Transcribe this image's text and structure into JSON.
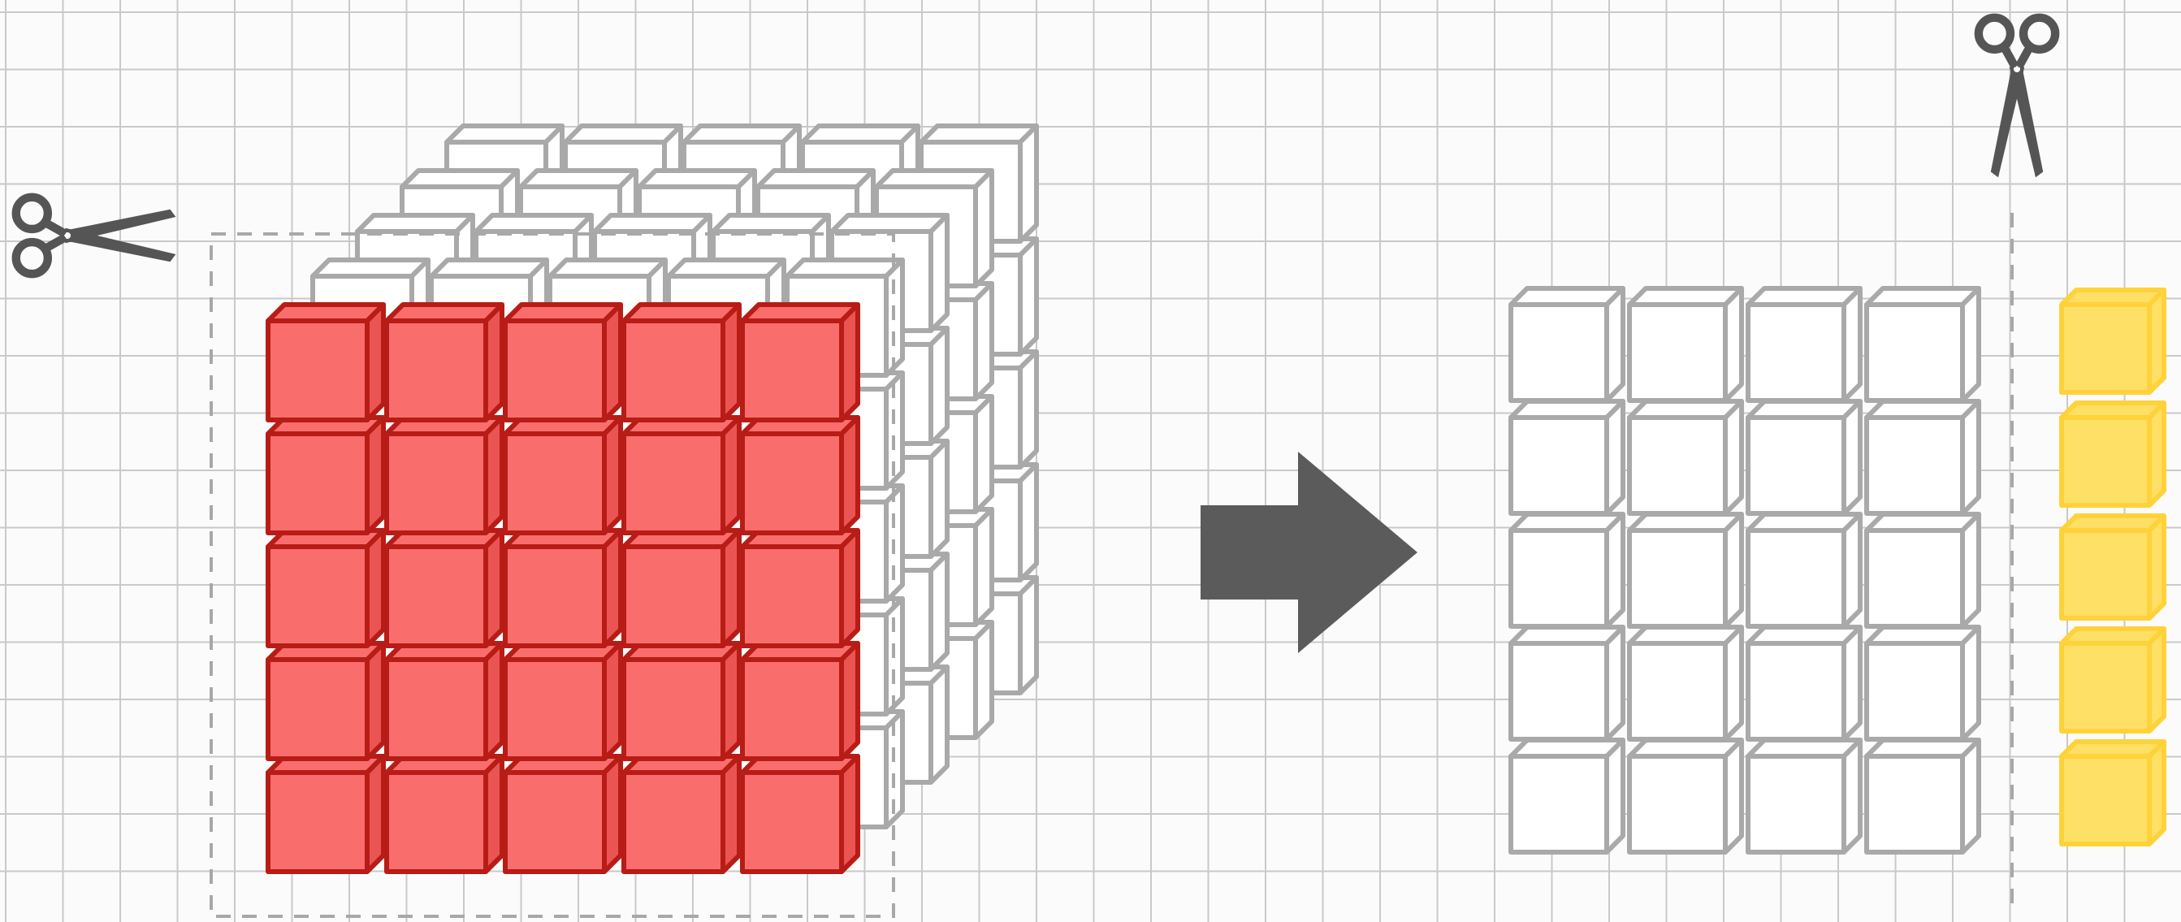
{
  "colors": {
    "grid_background": "#fbfbfb",
    "grid_line": "#c9c9c9",
    "red_cube_fill": "#f96e6c",
    "red_cube_side": "#ea5553",
    "red_cube_edge": "#b81c16",
    "gray_cube_edge": "#a9a9a9",
    "gray_cube_fill": "#ffffff",
    "yellow_cube_fill": "#ffe066",
    "yellow_cube_edge": "#ffd23a",
    "arrow": "#5b5b5b",
    "dashed_line": "#a8a8a8",
    "scissors": "#555555"
  },
  "icons": [
    "scissors-icon",
    "right-arrow-icon"
  ],
  "left_block": {
    "rows": 5,
    "columns": 5,
    "depth": 5,
    "front_layer": "red",
    "back_layers": "gray-outline",
    "cut_by": "dashed-rectangle"
  },
  "right_block": {
    "grid_rows": 5,
    "grid_columns": 4,
    "grid_style": "gray-outline",
    "split_off_rows": 5,
    "split_off_columns": 1,
    "split_off_color": "yellow",
    "cut_by": "dashed-vertical-line"
  }
}
